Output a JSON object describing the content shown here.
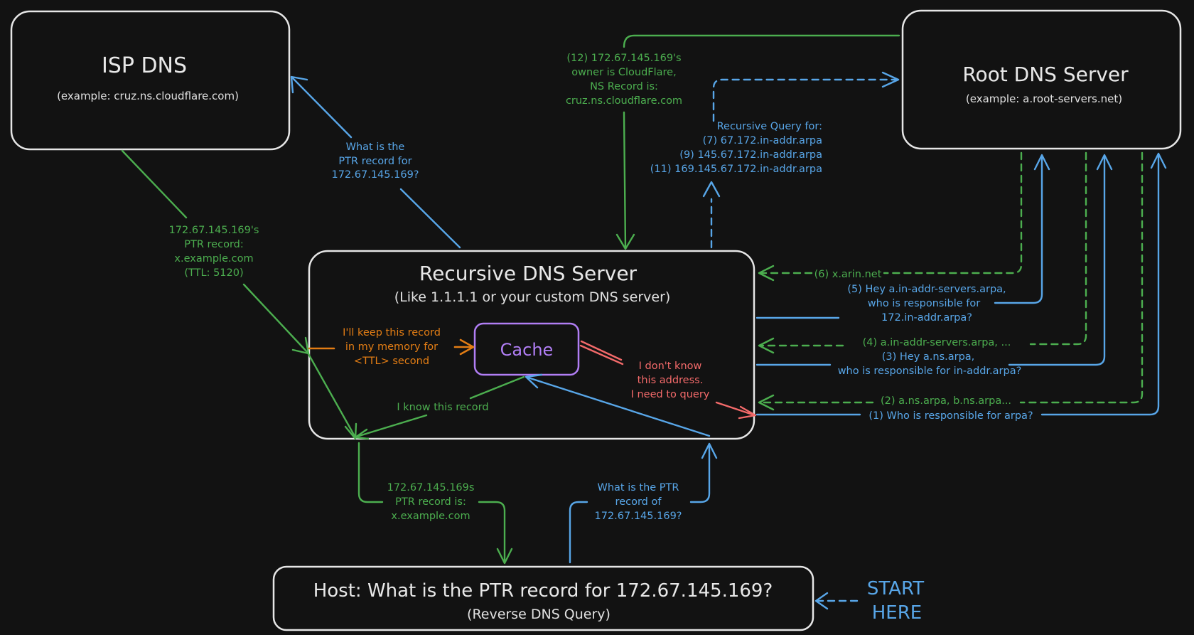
{
  "isp_dns": {
    "title": "ISP DNS",
    "subtitle": "(example: cruz.ns.cloudflare.com)"
  },
  "root_dns": {
    "title": "Root DNS Server",
    "subtitle": "(example: a.root-servers.net)"
  },
  "recursive": {
    "title": "Recursive DNS Server",
    "subtitle": "(Like 1.1.1.1 or your custom DNS server)"
  },
  "cache": {
    "label": "Cache"
  },
  "host": {
    "title": "Host: What is the PTR record for 172.67.145.169?",
    "subtitle": "(Reverse DNS Query)"
  },
  "start": {
    "line1": "START",
    "line2": "HERE"
  },
  "labels": {
    "isp_question": [
      "What is the",
      "PTR record for",
      "172.67.145.169?"
    ],
    "isp_answer": [
      "172.67.145.169's",
      "PTR record:",
      "x.example.com",
      "(TTL: 5120)"
    ],
    "ns_owner": [
      "(12) 172.67.145.169's",
      "owner is CloudFlare,",
      "NS Record is:",
      "cruz.ns.cloudflare.com"
    ],
    "recursive_query": [
      "Recursive Query for:",
      "(7) 67.172.in-addr.arpa",
      "(9) 145.67.172.in-addr.arpa",
      "(11) 169.145.67.172.in-addr.arpa"
    ],
    "keep_record": [
      "I'll keep this record",
      "in my memory for",
      "<TTL> second"
    ],
    "dont_know": [
      "I don't know",
      "this address.",
      "I need to query"
    ],
    "know_record": "I know this record",
    "step6": "(6) x.arin.net",
    "step5": [
      "(5) Hey a.in-addr-servers.arpa,",
      "who is responsible for",
      "172.in-addr.arpa?"
    ],
    "step4": "(4) a.in-addr-servers.arpa, ...",
    "step3": [
      "(3) Hey a.ns.arpa,",
      "who is responsible for in-addr.arpa?"
    ],
    "step2": "(2) a.ns.arpa, b.ns.arpa...",
    "step1": "(1) Who is responsible for arpa?",
    "answer_host": [
      "172.67.145.169s",
      "PTR record is:",
      "x.example.com"
    ],
    "host_question": [
      "What is the PTR",
      "record of",
      "172.67.145.169?"
    ]
  },
  "colors": {
    "green": "#4cae4f",
    "blue": "#58a6e8",
    "orange": "#e37d14",
    "red": "#f36a6a",
    "purple": "#b17ef5",
    "box_border": "#e6e6e6",
    "background": "#121212"
  }
}
